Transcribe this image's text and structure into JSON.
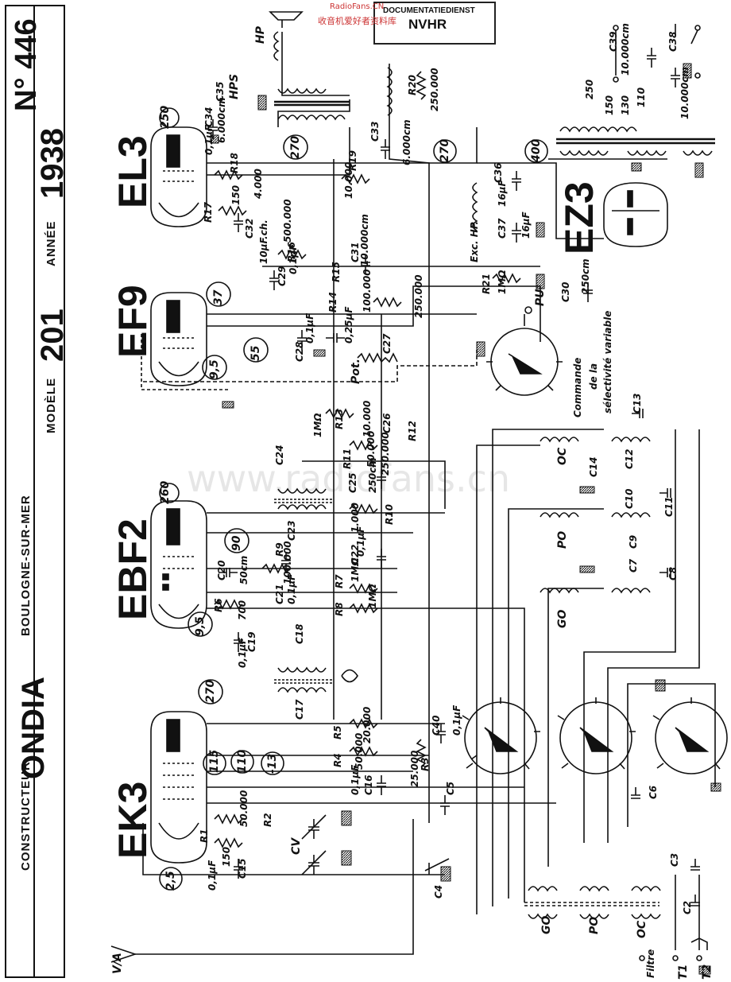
{
  "header": {
    "constructeur_label": "CONSTRUCTEUR",
    "constructeur": "ONDIA",
    "city": "BOULOGNE-SUR-MER",
    "modele_label": "MODÈLE",
    "modele": "201",
    "annee_label": "ANNÉE",
    "annee": "1938",
    "numero": "N° 446"
  },
  "stamp": {
    "service": "DOCUMENTATIEDIENST",
    "org": "NVHR",
    "site": "RadioFans.CN",
    "site_cn": "收音机爱好者资料库"
  },
  "watermark": "www.radiofans.cn",
  "tubes": {
    "ek3": "EK3",
    "ebf2": "EBF2",
    "ef9": "EF9",
    "el3": "EL3",
    "ez3": "EZ3"
  },
  "voltages": {
    "ek3_plate": "270",
    "ek3_g2": "115",
    "ek3_g4": "110",
    "ek3_bias": "-13",
    "ek3_cathode": "2,5",
    "ebf2_plate": "260",
    "ebf2_g2": "90",
    "ebf2_cathode": "9,5",
    "ef9_plate": "55",
    "ef9_g2": "37",
    "ef9_cathode": "9,5",
    "el3_plate": "250",
    "el3_g2": "270",
    "rect_out": "270",
    "rect_in": "400"
  },
  "components": {
    "r1": "R1",
    "r1_val": "150",
    "r2": "R2",
    "r2_val": "50.000",
    "r3": "R3",
    "r3_val": "25.000",
    "r4": "R4",
    "r4_val": "50.000",
    "r5": "R5",
    "r5_val": "20.000",
    "r6": "R6",
    "r6_val": "700",
    "r7": "R7",
    "r7_val": "1MΩ",
    "r8": "R8",
    "r8_val": "1MΩ",
    "r9": "R9",
    "r9_val": "100.000",
    "r10": "R10",
    "r10_val": "1.000",
    "r11": "R11",
    "r11_val": "50.000",
    "r12": "R12",
    "r12_val": "250.000",
    "r13": "R13",
    "r13_val": "1MΩ",
    "r14": "R14",
    "r14_val": "100.000",
    "r15": "R15",
    "r15_val": "250.000",
    "r16": "R16",
    "r16_val": "500.000",
    "r17": "R17",
    "r17_val": "150",
    "r18": "R18",
    "r18_val": "4.000",
    "r19": "R19",
    "r19_val": "10.000",
    "r20": "R20",
    "r20_val": "250.000",
    "r21": "R21",
    "r21_val": "1MΩ",
    "c2": "C2",
    "c3": "C3",
    "c4": "C4",
    "c5": "C5",
    "c6": "C6",
    "c7": "C7",
    "c8": "C8",
    "c9": "C9",
    "c10": "C10",
    "c11": "C11",
    "c12": "C12",
    "c13": "C13",
    "c14": "C14",
    "c15": "C15",
    "c15_val": "0,1µF",
    "c16": "C16",
    "c16_val": "0,1µF",
    "c17": "C17",
    "c18": "C18",
    "c19": "C19",
    "c19_val": "0,1µF",
    "c20": "C20",
    "c20_val": "50cm",
    "c21": "C21",
    "c21_val": "0,1µF",
    "c22": "C22",
    "c22_val": "0,1µF",
    "c23": "C23",
    "c24": "C24",
    "c25": "C25",
    "c25_val": "250cm",
    "c26": "C26",
    "c26_val": "10.000",
    "c27": "C27",
    "c27_val": "0,25µF",
    "c28": "C28",
    "c28_val": "0,1µF",
    "c29": "C29",
    "c29_val": "0,1µF",
    "c31": "C31",
    "c31_val": "10.000cm",
    "c32": "C32",
    "c32_val": "10µF.ch.",
    "c33": "C33",
    "c33_val": "6.000cm",
    "c34": "C34",
    "c34_val": "0,1µF",
    "c35": "C35",
    "c35_val": "6.000cm",
    "c36": "C36",
    "c36_val": "16µF",
    "c37": "C37",
    "c37_val": "16µF",
    "c38": "C38",
    "c38_val": "10.000cm",
    "c39": "C39",
    "c39_val": "10.000cm",
    "c40": "C40",
    "c40_val": "0,1µF",
    "c30": "C30",
    "c30_val": "250cm",
    "cv": "CV",
    "pot": "Pot.",
    "hp": "HP",
    "hps": "HPS",
    "exc_hp": "Exc. HP.",
    "pu": "PU",
    "va": "V/A",
    "go": "GO",
    "po": "PO",
    "oc": "OC",
    "go2": "GO",
    "po2": "PO",
    "oc2": "OC",
    "filtre": "Filtre",
    "t1": "T1",
    "t2": "T2",
    "commande": "Commande",
    "de_la": "de la",
    "selectivite": "sélectivité variable",
    "mains_250": "250",
    "mains_150": "150",
    "mains_130": "130",
    "mains_110": "110"
  },
  "colors": {
    "ink": "#111111",
    "paper": "#ffffff",
    "ground_hatch": "#222222"
  }
}
